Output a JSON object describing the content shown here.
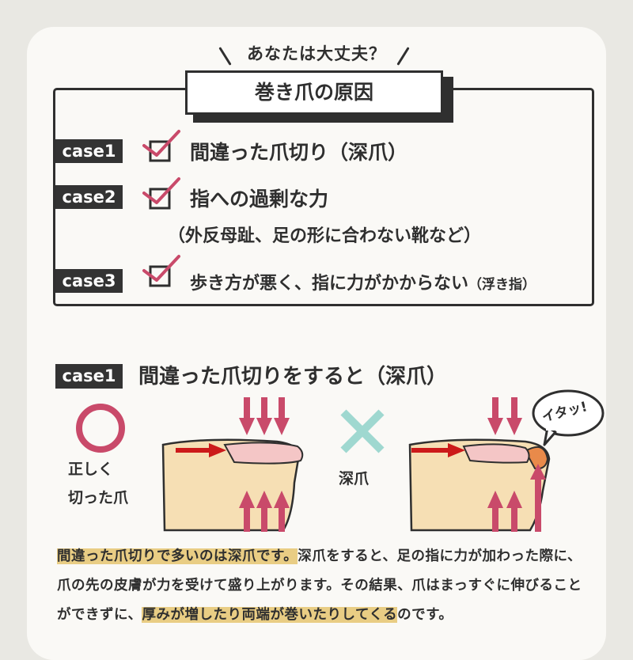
{
  "header": {
    "tagline": "あなたは大丈夫？",
    "title": "巻き爪の原因"
  },
  "cases": [
    {
      "label": "case1",
      "text": "間違った爪切り（深爪）"
    },
    {
      "label": "case2",
      "text": "指への過剰な力",
      "sub": "（外反母趾、足の形に合わない靴など）"
    },
    {
      "label": "case3",
      "text": "歩き方が悪く、指に力がかからない",
      "note": "（浮き指）"
    }
  ],
  "section2": {
    "label": "case1",
    "title": "間違った爪切りをすると（深爪）",
    "correct_label_line1": "正しく",
    "correct_label_line2": "切った爪",
    "wrong_label": "深爪",
    "pain_bubble": "イタッ!"
  },
  "explanation": {
    "highlight1": "間違った爪切りで多いのは深爪です。",
    "text1": "深爪をすると、足の指に力が加わった際に、爪の先の皮膚が力を受けて盛り上がります。その結果、爪はまっすぐに伸びることができずに、",
    "highlight2": "厚みが増したり両端が巻いたりしてくる",
    "text2": "のです。"
  },
  "colors": {
    "accent_pink": "#c94a6a",
    "arrow_red": "#cc1a1a",
    "cross_teal": "#9fd8d0",
    "skin": "#f6dfb4",
    "highlight": "#e9cd84"
  }
}
